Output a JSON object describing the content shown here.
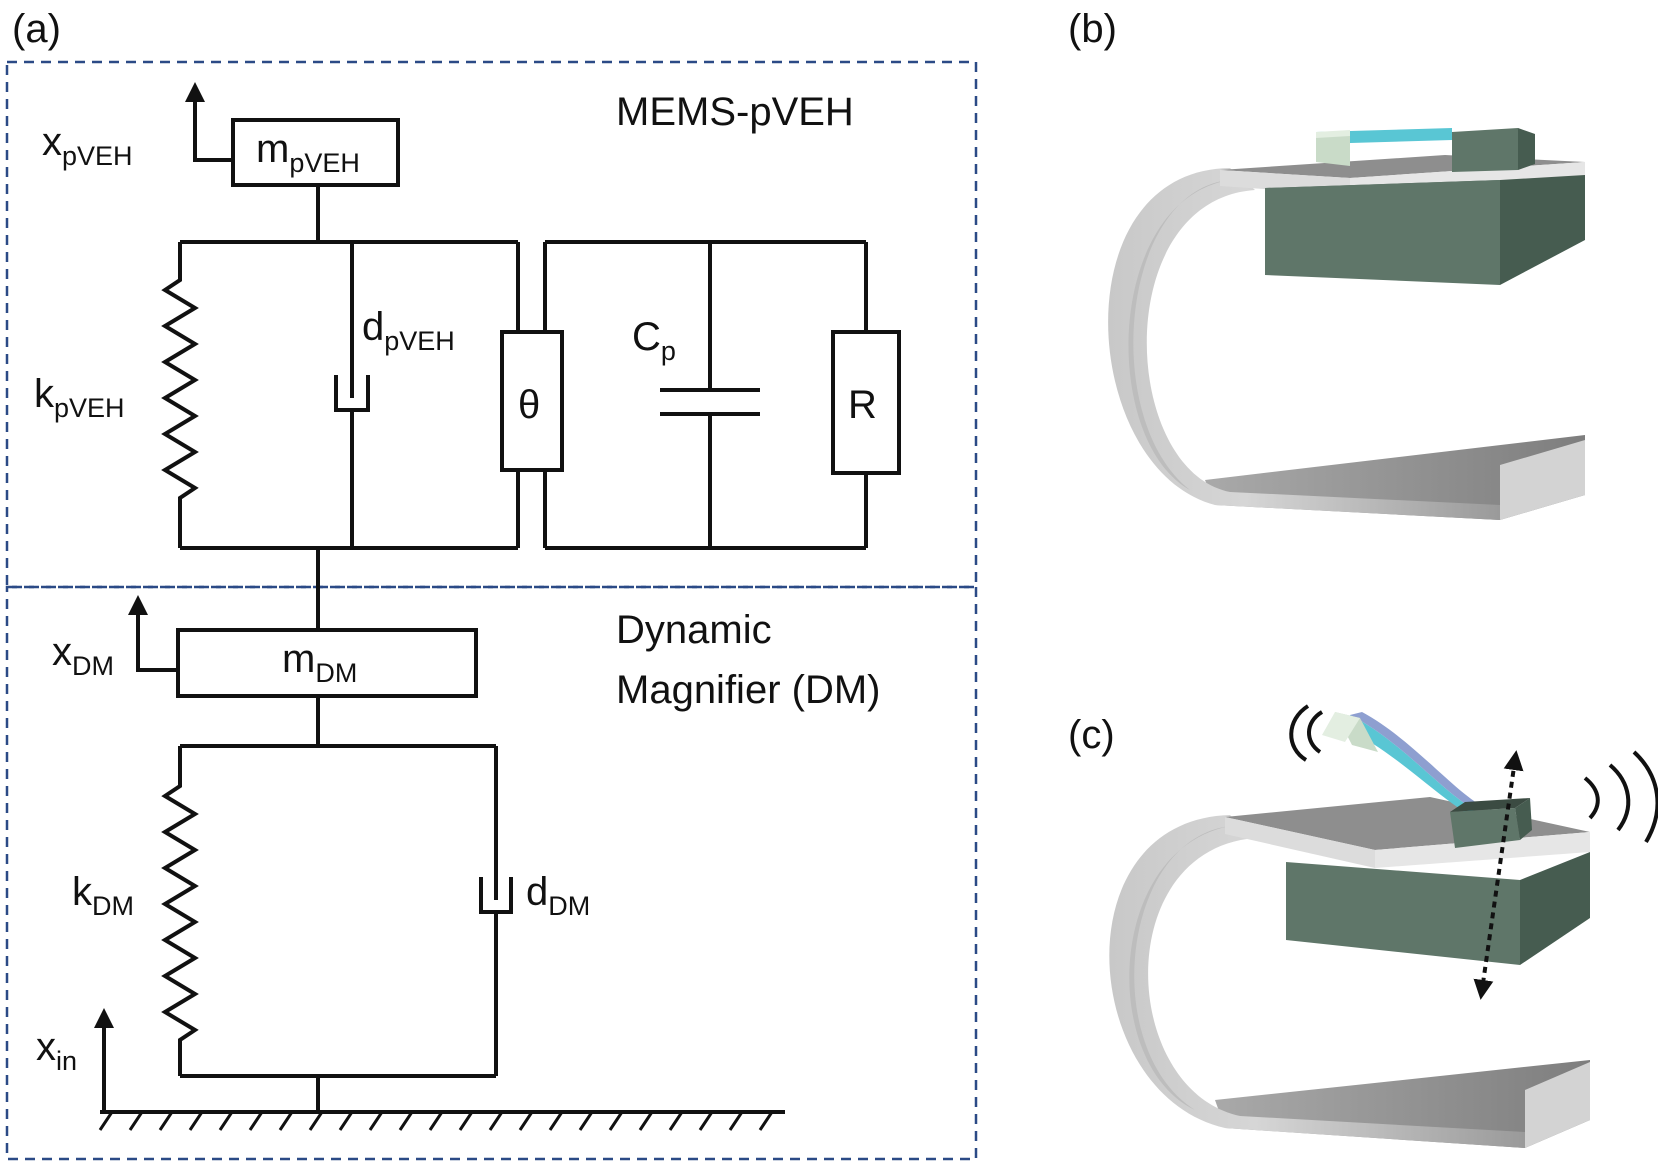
{
  "panels": {
    "a": "(a)",
    "b": "(b)",
    "c": "(c)"
  },
  "titles": {
    "mems": "MEMS-pVEH",
    "dm_line1": "Dynamic",
    "dm_line2": "Magnifier (DM)"
  },
  "symbols": {
    "x_pveh": {
      "base": "x",
      "sub": "pVEH"
    },
    "m_pveh": {
      "base": "m",
      "sub": "pVEH"
    },
    "k_pveh": {
      "base": "k",
      "sub": "pVEH"
    },
    "d_pveh": {
      "base": "d",
      "sub": "pVEH"
    },
    "theta": "θ",
    "cp": {
      "base": "C",
      "sub": "p"
    },
    "r": "R",
    "x_dm": {
      "base": "x",
      "sub": "DM"
    },
    "m_dm": {
      "base": "m",
      "sub": "DM"
    },
    "k_dm": {
      "base": "k",
      "sub": "DM"
    },
    "d_dm": {
      "base": "d",
      "sub": "DM"
    },
    "x_in": {
      "base": "x",
      "sub": "in"
    }
  },
  "colors": {
    "frame_dash": "#2b4a86",
    "line": "#111111",
    "shell_light": "#d9d9d9",
    "shell_dark": "#8a8a8a",
    "block_front": "#5f7669",
    "block_side": "#465c50",
    "beam_cyan": "#59c6d4"
  }
}
